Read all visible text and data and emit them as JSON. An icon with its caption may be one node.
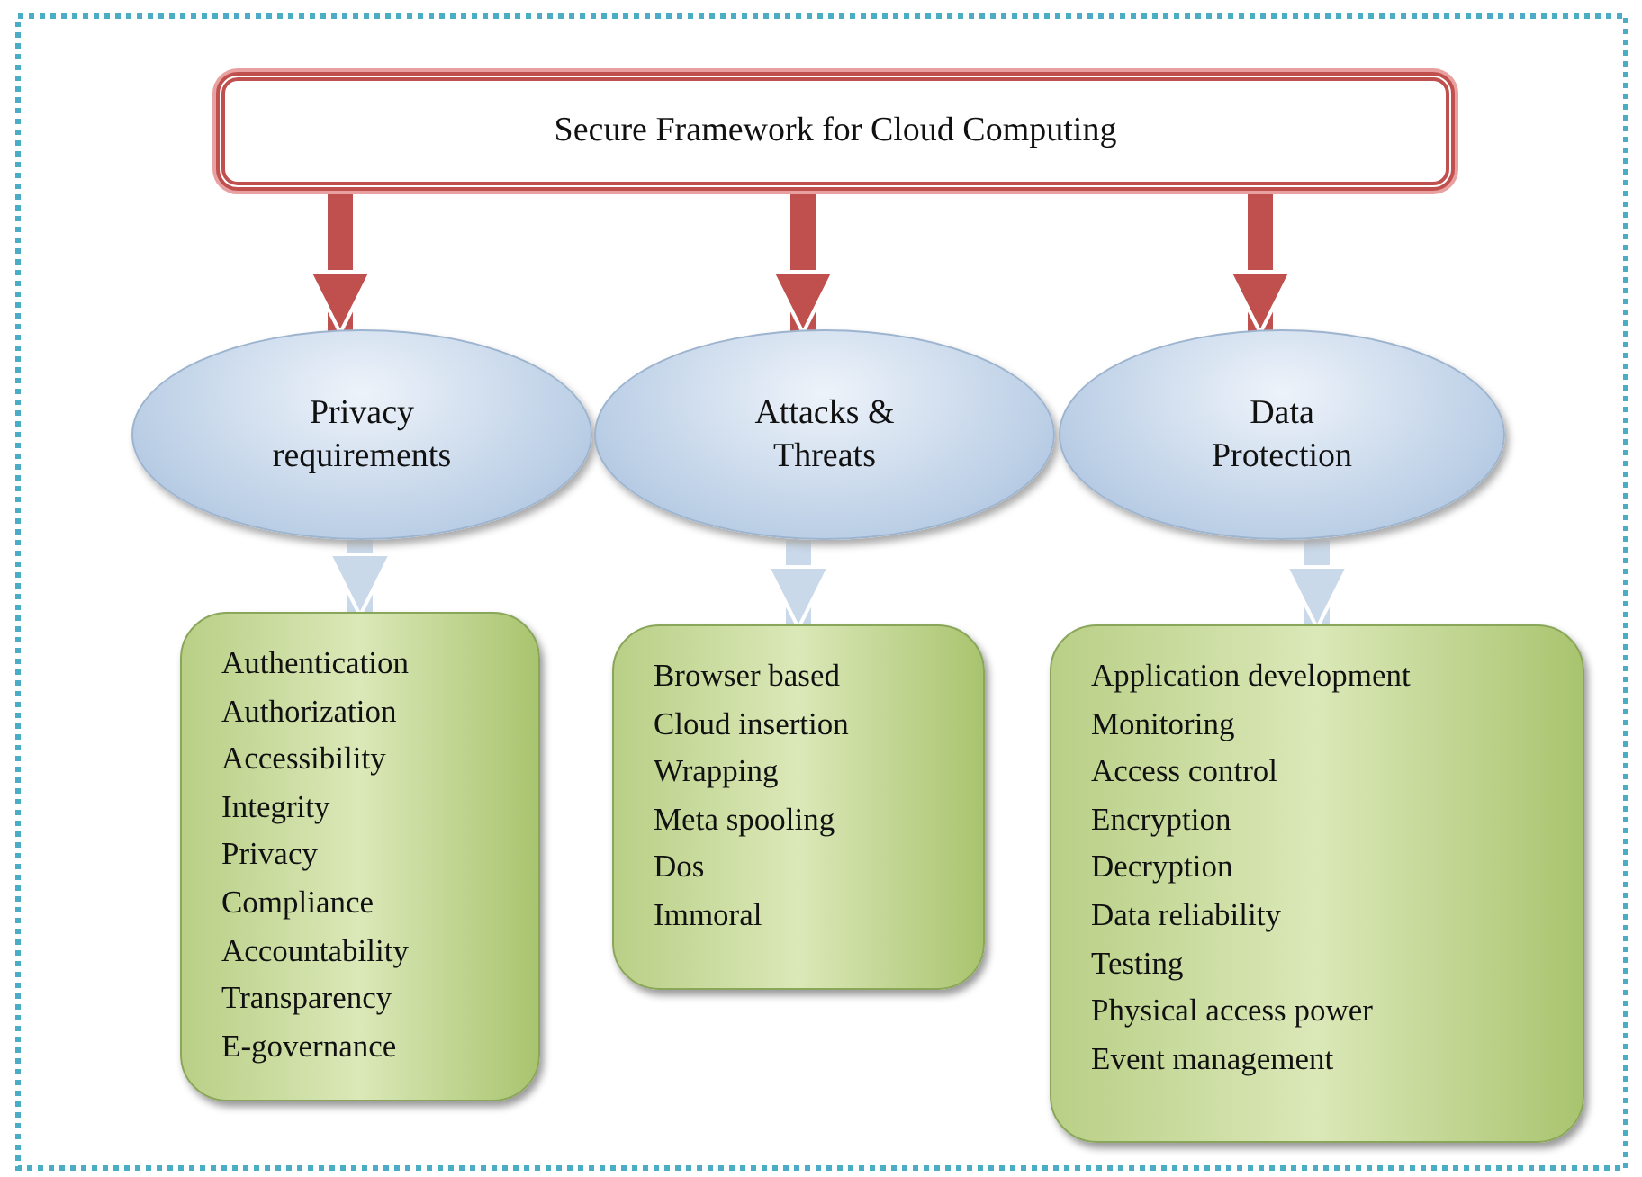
{
  "diagram": {
    "nodes": [
      {
        "text": [
          "Secure Framework for Cloud Computing"
        ]
      },
      {
        "text": [
          "Privacy requirements"
        ]
      },
      {
        "text": [
          "Attacks & Threats"
        ]
      },
      {
        "text": [
          "Data Protection"
        ]
      },
      {
        "text": [
          "Authentication",
          "Authorization",
          "Accessibility",
          "Integrity",
          "Privacy",
          "Compliance",
          "Accountability",
          "Transparency",
          "E-governance"
        ]
      },
      {
        "text": [
          "Browser based",
          "Cloud insertion",
          "Wrapping",
          "Meta spooling",
          "Dos",
          "Immoral"
        ]
      },
      {
        "text": [
          "Application development",
          "Monitoring",
          "Access control",
          "Encryption",
          "Decryption",
          "Data reliability",
          "Testing",
          "Physical access power",
          "Event management"
        ]
      }
    ],
    "edges": [
      {
        "from": 0,
        "to": 1,
        "arrow": "to",
        "color": "#c0504d"
      },
      {
        "from": 0,
        "to": 2,
        "arrow": "to",
        "color": "#c0504d"
      },
      {
        "from": 0,
        "to": 3,
        "arrow": "to",
        "color": "#c0504d"
      },
      {
        "from": 1,
        "to": 4,
        "arrow": "to",
        "color": "#c9d9ea"
      },
      {
        "from": 2,
        "to": 5,
        "arrow": "to",
        "color": "#c9d9ea"
      },
      {
        "from": 3,
        "to": 6,
        "arrow": "to",
        "color": "#c9d9ea"
      }
    ]
  }
}
